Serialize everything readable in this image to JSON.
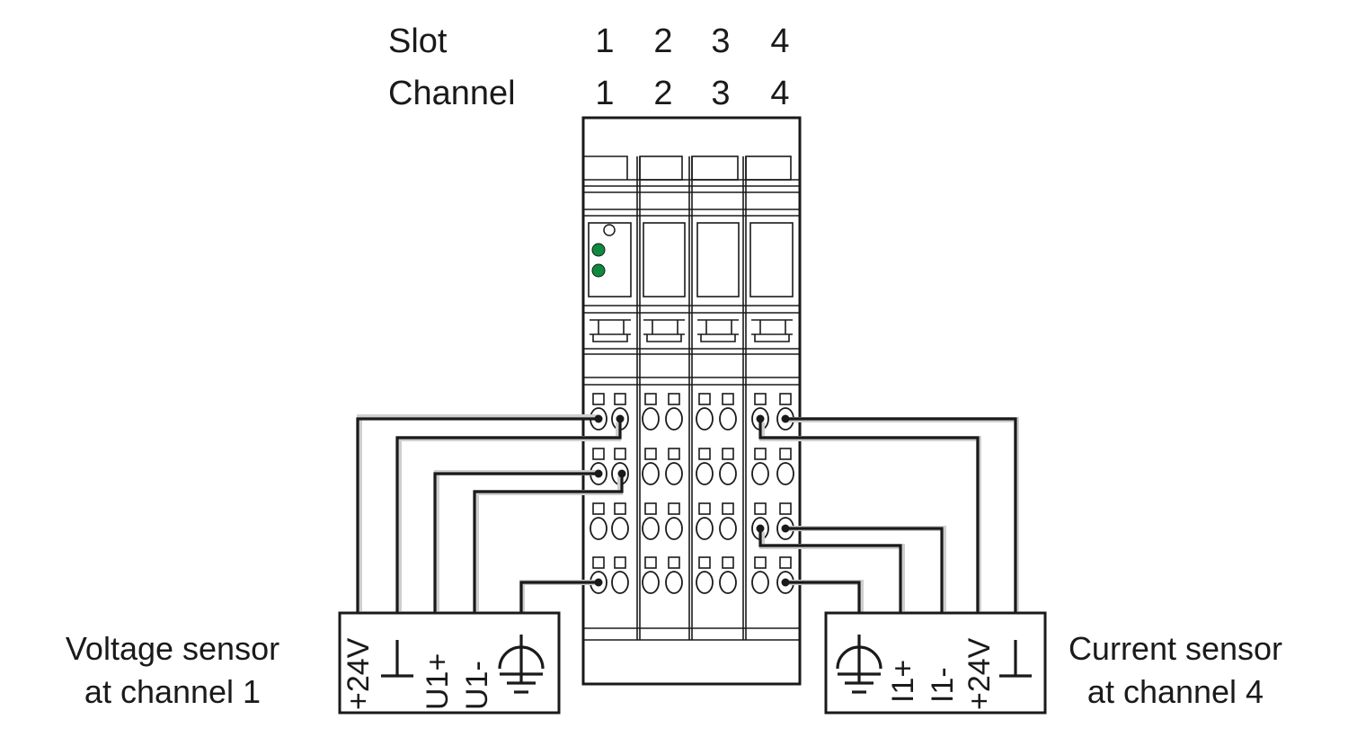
{
  "header": {
    "slot_label": "Slot",
    "channel_label": "Channel",
    "slots": [
      "1",
      "2",
      "3",
      "4"
    ],
    "channels": [
      "1",
      "2",
      "3",
      "4"
    ]
  },
  "left_sensor": {
    "title_line1": "Voltage sensor",
    "title_line2": "at channel 1",
    "terminals": [
      "+24V",
      "⊥",
      "U1+",
      "U1-",
      "earth"
    ]
  },
  "right_sensor": {
    "title_line1": "Current sensor",
    "title_line2": "at channel 4",
    "terminals": [
      "earth",
      "I1+",
      "I1-",
      "+24V",
      "⊥"
    ]
  },
  "colors": {
    "line": "#1a1a1a",
    "led_on": "#0e8a3e",
    "shadow": "#cfcfcf"
  },
  "icons": {
    "earth": "protective-earth-icon",
    "ground": "ground-icon",
    "led": "status-led-icon"
  }
}
